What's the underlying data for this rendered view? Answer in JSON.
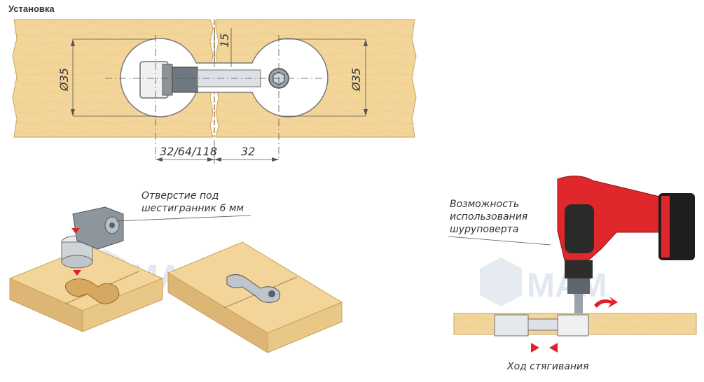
{
  "title": "Установка",
  "dimensions": {
    "diameter_left": "Ø35",
    "diameter_right": "Ø35",
    "depth": "15",
    "spacing_left": "32/64/118",
    "spacing_right": "32"
  },
  "annotations": {
    "hex_hole_line1": "Отверстие под",
    "hex_hole_line2": "шестигранник 6 мм",
    "screwdriver_line1": "Возможность",
    "screwdriver_line2": "использования",
    "screwdriver_line3": "шуруповерта",
    "stroke": "Ход стягивания"
  },
  "colors": {
    "wood": "#f3d59a",
    "wood_dark": "#c9a260",
    "metal": "#d9dde1",
    "drill_red": "#e0282c",
    "arrow_red": "#e2202a"
  }
}
